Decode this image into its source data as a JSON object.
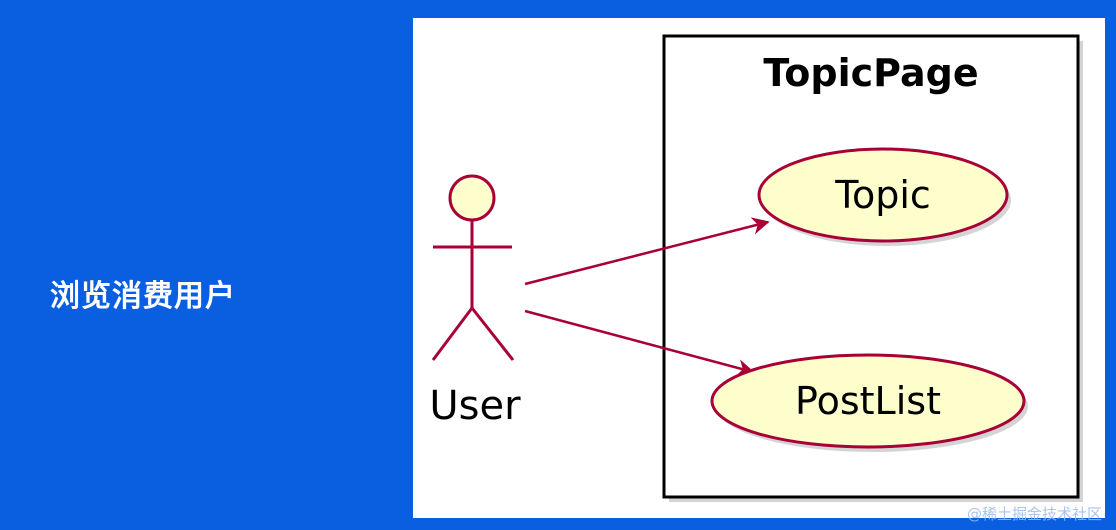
{
  "sidebar": {
    "label": "浏览消费用户"
  },
  "diagram": {
    "system": {
      "title": "TopicPage"
    },
    "actor": {
      "name": "User"
    },
    "use_cases": [
      {
        "label": "Topic"
      },
      {
        "label": "PostList"
      }
    ],
    "colors": {
      "background": "#0a5fe0",
      "canvas": "#ffffff",
      "actor_fill": "#fefecd",
      "stroke": "#a80036",
      "usecase_fill": "#fefecd",
      "boundary": "#000000"
    }
  },
  "watermark": {
    "text": "@稀土掘金技术社区"
  }
}
